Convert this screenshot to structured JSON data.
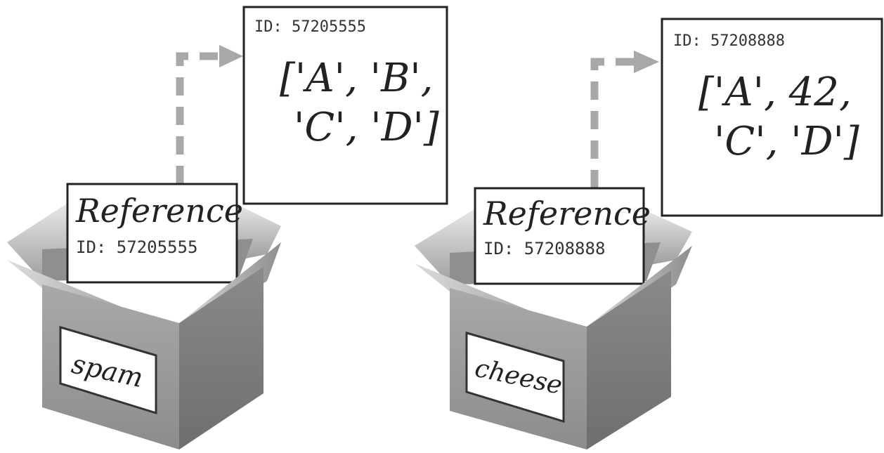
{
  "diagram": {
    "left": {
      "variable_label": "spam",
      "reference_word": "Reference",
      "reference_id": "ID: 57205555",
      "object_id": "ID: 57205555",
      "list_line1": "['A', 'B',",
      "list_line2": "'C', 'D']"
    },
    "right": {
      "variable_label": "cheese",
      "reference_word": "Reference",
      "reference_id": "ID: 57208888",
      "object_id": "ID: 57208888",
      "list_line1": "['A', 42,",
      "list_line2": "'C', 'D']"
    },
    "colors": {
      "arrow": "#a8a8a8",
      "box_front": "#9a9a9a",
      "box_side": "#7c7c7c",
      "box_flap_light": "#cfcfcf",
      "box_flap_dark": "#b4b4b4",
      "ink": "#222222"
    }
  }
}
